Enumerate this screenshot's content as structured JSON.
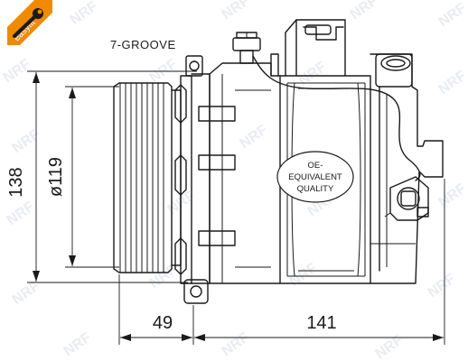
{
  "groove_label": "7-GROOVE",
  "dimensions": {
    "height_outer": "138",
    "pulley_diameter": "ø119",
    "front_offset": "49",
    "body_length": "141"
  },
  "quality_stamp": {
    "line1": "OE-",
    "line2": "EQUIVALENT",
    "line3": "QUALITY"
  },
  "badge": {
    "label": "easyfit",
    "color": "#f08a00"
  },
  "watermark": {
    "text": "NRF",
    "color": "#d8dde6"
  }
}
